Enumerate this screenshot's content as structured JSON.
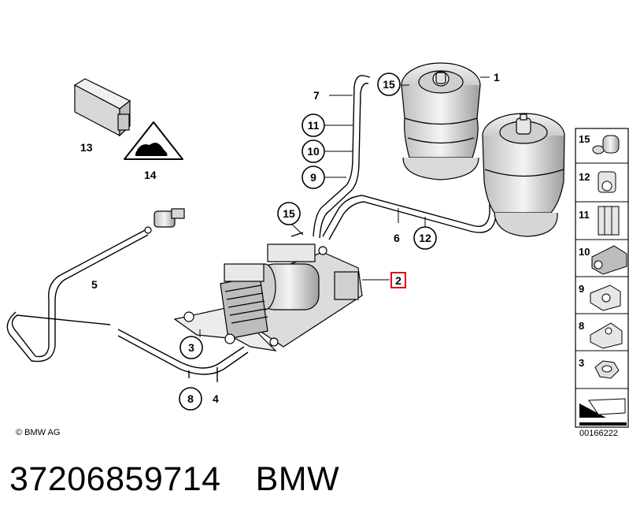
{
  "callouts": {
    "c1": "1",
    "c2": "2",
    "c3": "3",
    "c4": "4",
    "c5": "5",
    "c6": "6",
    "c7": "7",
    "c8": "8",
    "c9": "9",
    "c10": "10",
    "c11": "11",
    "c12": "12",
    "c13": "13",
    "c14": "14",
    "c15a": "15",
    "c15b": "15"
  },
  "sidebar": {
    "items": [
      {
        "label": "15"
      },
      {
        "label": "12"
      },
      {
        "label": "11"
      },
      {
        "label": "10"
      },
      {
        "label": "9"
      },
      {
        "label": "8"
      },
      {
        "label": "3"
      }
    ]
  },
  "copyright": "© BMW AG",
  "diagram_code": "00166222",
  "caption": {
    "part_number": "37206859714",
    "brand": "BMW"
  },
  "colors": {
    "highlight": "#e0001a",
    "line": "#000000",
    "part_fill": "#e6e6e6"
  }
}
